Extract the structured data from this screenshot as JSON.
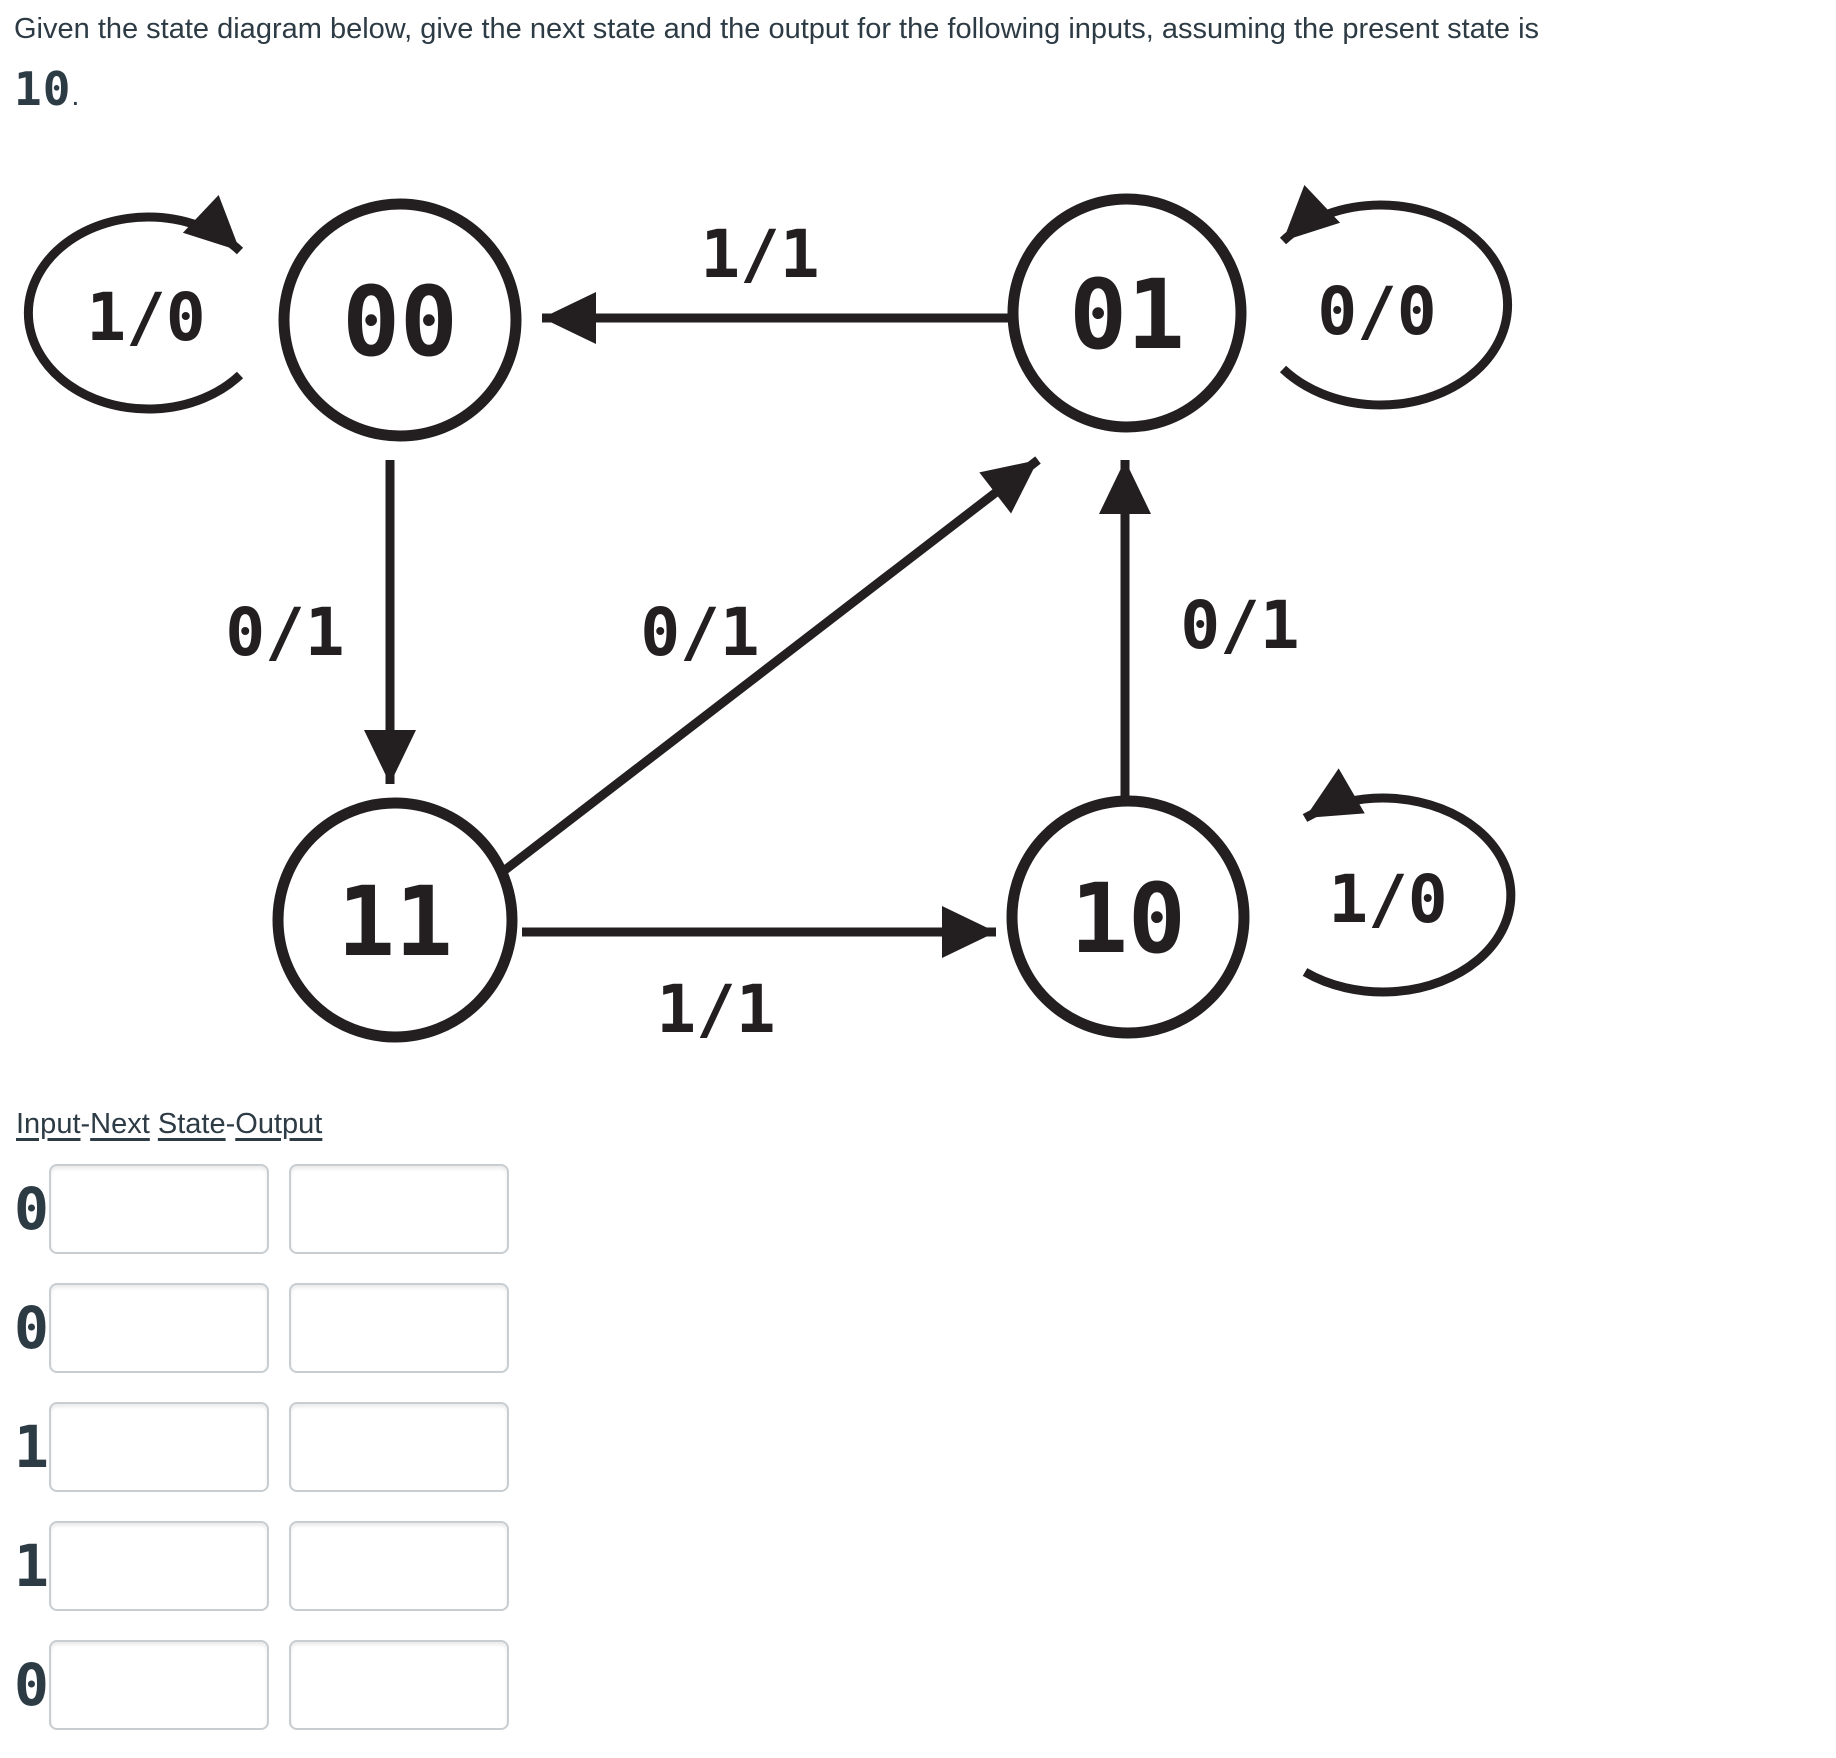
{
  "question": {
    "line1": "Given the state diagram below, give the next state and the output for the following inputs, assuming the present state is",
    "present_state": "10",
    "period": "."
  },
  "diagram": {
    "type": "state-diagram",
    "states": [
      {
        "label": "00"
      },
      {
        "label": "01"
      },
      {
        "label": "11"
      },
      {
        "label": "10"
      }
    ],
    "transitions": [
      {
        "from": "01",
        "to": "00",
        "label": "1/1"
      },
      {
        "from": "00",
        "to": "11",
        "label": "0/1"
      },
      {
        "from": "11",
        "to": "01",
        "label": "0/1"
      },
      {
        "from": "10",
        "to": "01",
        "label": "0/1"
      },
      {
        "from": "11",
        "to": "10",
        "label": "1/1"
      },
      {
        "from": "00",
        "to": "00",
        "label": "1/0"
      },
      {
        "from": "01",
        "to": "01",
        "label": "0/0"
      },
      {
        "from": "10",
        "to": "10",
        "label": "1/0"
      }
    ],
    "ink_color": "#231f20"
  },
  "answer_section": {
    "heading": {
      "word1": "Input",
      "sep1": "-",
      "word2": "Next",
      "sep2": " ",
      "word3": "State",
      "sep3": "-",
      "word4": "Output"
    },
    "rows": [
      {
        "input": "0",
        "next_state_value": "",
        "output_value": ""
      },
      {
        "input": "0",
        "next_state_value": "",
        "output_value": ""
      },
      {
        "input": "1",
        "next_state_value": "",
        "output_value": ""
      },
      {
        "input": "1",
        "next_state_value": "",
        "output_value": ""
      },
      {
        "input": "0",
        "next_state_value": "",
        "output_value": ""
      }
    ]
  },
  "colors": {
    "text": "#2d3b45",
    "diagram_ink": "#231f20",
    "box_border": "#c7cdd1",
    "background": "#ffffff"
  }
}
